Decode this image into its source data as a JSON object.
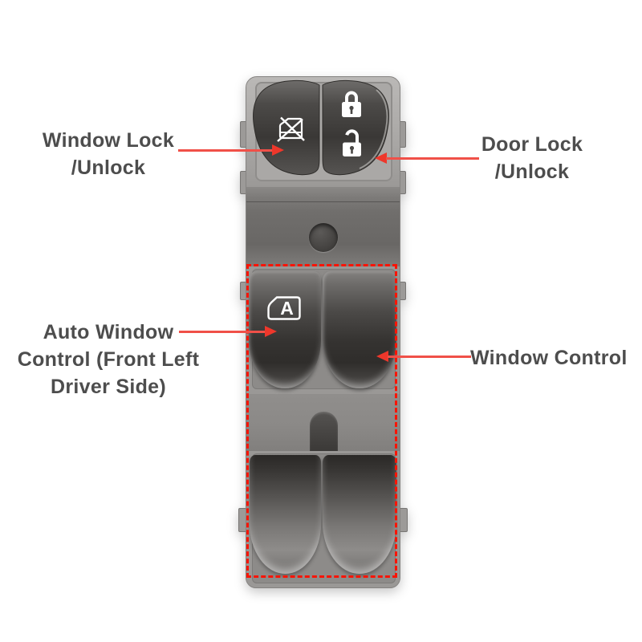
{
  "image_type": "annotated product diagram",
  "subject": "car power window master switch",
  "colors": {
    "background": "#ffffff",
    "label_text": "#4d4d4d",
    "annotation_arrow_red": "#ee372b",
    "highlight_dashed_red": "#f91405",
    "switch_body_gray": "#979593",
    "button_dark_gray": "#353331",
    "icon_white": "#ffffff"
  },
  "annotations": {
    "window_lock": {
      "lines": [
        "Window Lock",
        "/Unlock"
      ]
    },
    "door_lock": {
      "lines": [
        "Door Lock",
        "/Unlock"
      ]
    },
    "auto_window": {
      "lines": [
        "Auto Window",
        "Control (Front Left",
        "Driver Side)"
      ]
    },
    "window_control": {
      "lines": [
        "Window Control"
      ]
    }
  },
  "switch": {
    "auto_button_letter": "A",
    "icons": {
      "window_lock_button": "window-lock-icon",
      "door_lock_button_top": "padlock-closed-icon",
      "door_lock_button_bottom": "padlock-open-icon",
      "auto_window_button": "auto-window-a-icon"
    },
    "parts": [
      "window-lock-rocker",
      "door-lock-rocker",
      "screw-hole",
      "front-left-window-button",
      "front-right-window-button",
      "rear-left-window-button",
      "rear-right-window-button",
      "window-control-highlight-region"
    ]
  }
}
